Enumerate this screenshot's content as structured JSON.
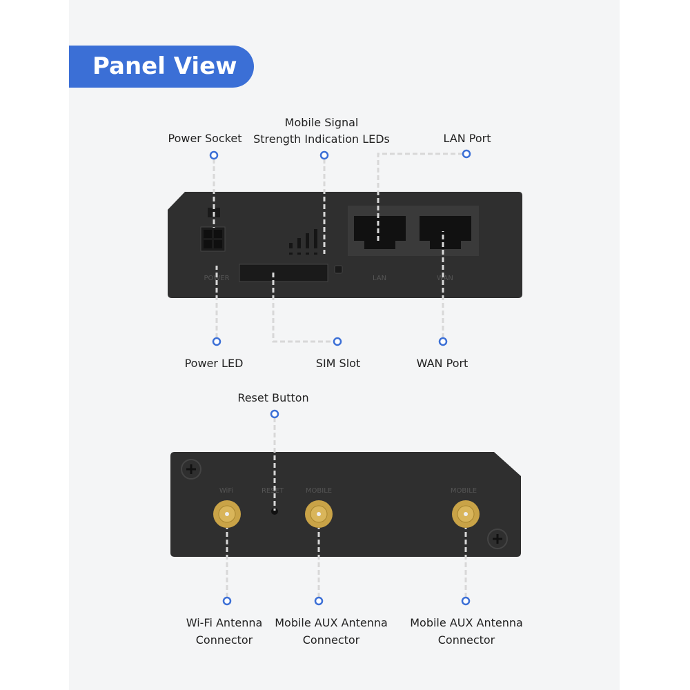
{
  "title": "Panel View",
  "colors": {
    "accent": "#3b6fd6",
    "device": "#2e2e2e",
    "connector": "#c9a347"
  },
  "front_panel": {
    "callouts": {
      "power_socket": "Power Socket",
      "signal_leds": [
        "Mobile Signal",
        "Strength Indication LEDs"
      ],
      "lan_port": "LAN Port",
      "power_led": "Power LED",
      "sim_slot": "SIM Slot",
      "wan_port": "WAN Port"
    },
    "printed": {
      "power": "POWER",
      "lan": "LAN",
      "wan": "WAN"
    }
  },
  "back_panel": {
    "callouts": {
      "reset_button": "Reset Button",
      "wifi_antenna": [
        "Wi-Fi Antenna",
        "Connector"
      ],
      "mobile_aux_1": [
        "Mobile AUX Antenna",
        "Connector"
      ],
      "mobile_aux_2": [
        "Mobile AUX Antenna",
        "Connector"
      ]
    },
    "printed": {
      "wifi": "WiFi",
      "reset": "RESET",
      "mobile_1": "MOBILE",
      "mobile_2": "MOBILE"
    }
  }
}
